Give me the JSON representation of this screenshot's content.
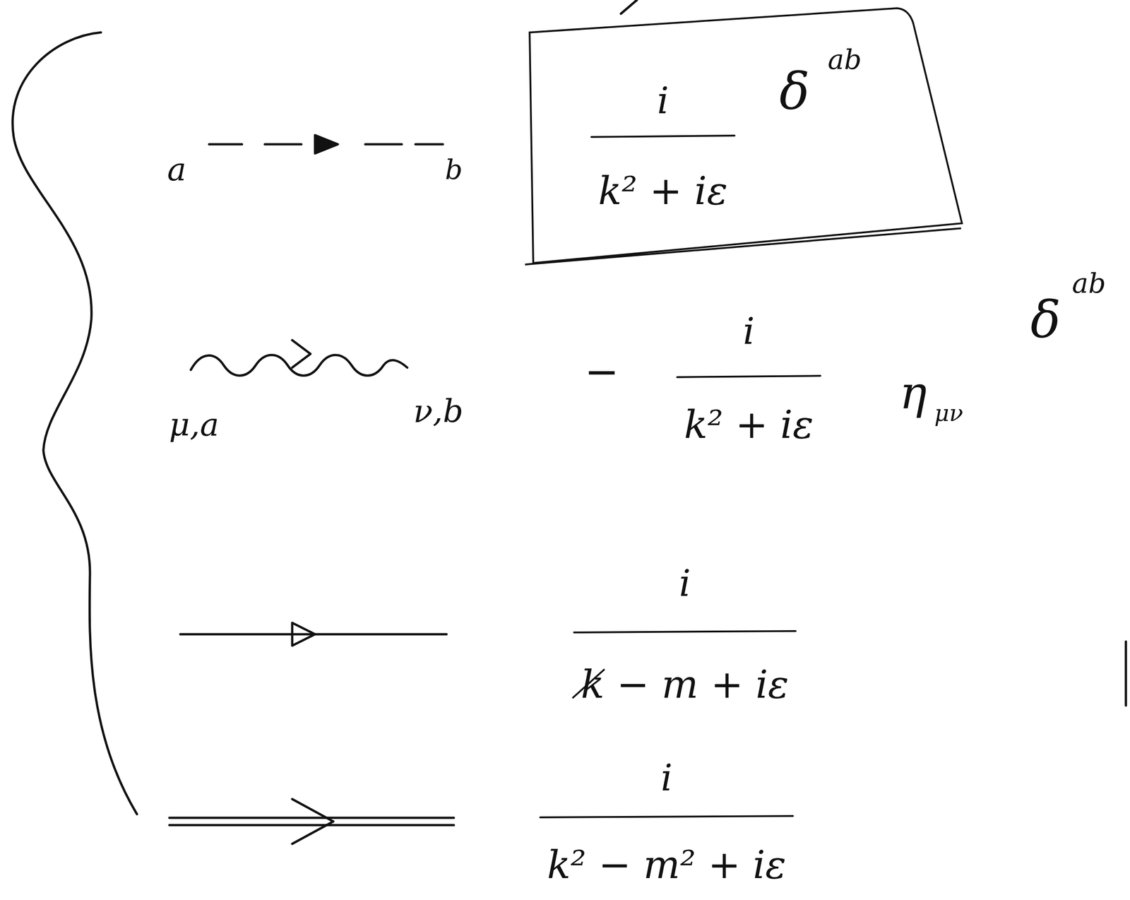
{
  "diagram": {
    "nodes": [
      {
        "text": [
          "i",
          "k² + iε",
          "δ",
          "ab"
        ]
      }
    ],
    "labels": [
      "a",
      "b",
      "μ,a",
      "ν,b",
      "−",
      "i",
      "k² + iε",
      "η",
      "μν",
      "δ",
      "ab",
      "i",
      "k̸ − m + iε",
      "i",
      "k² − m² + iε"
    ]
  }
}
